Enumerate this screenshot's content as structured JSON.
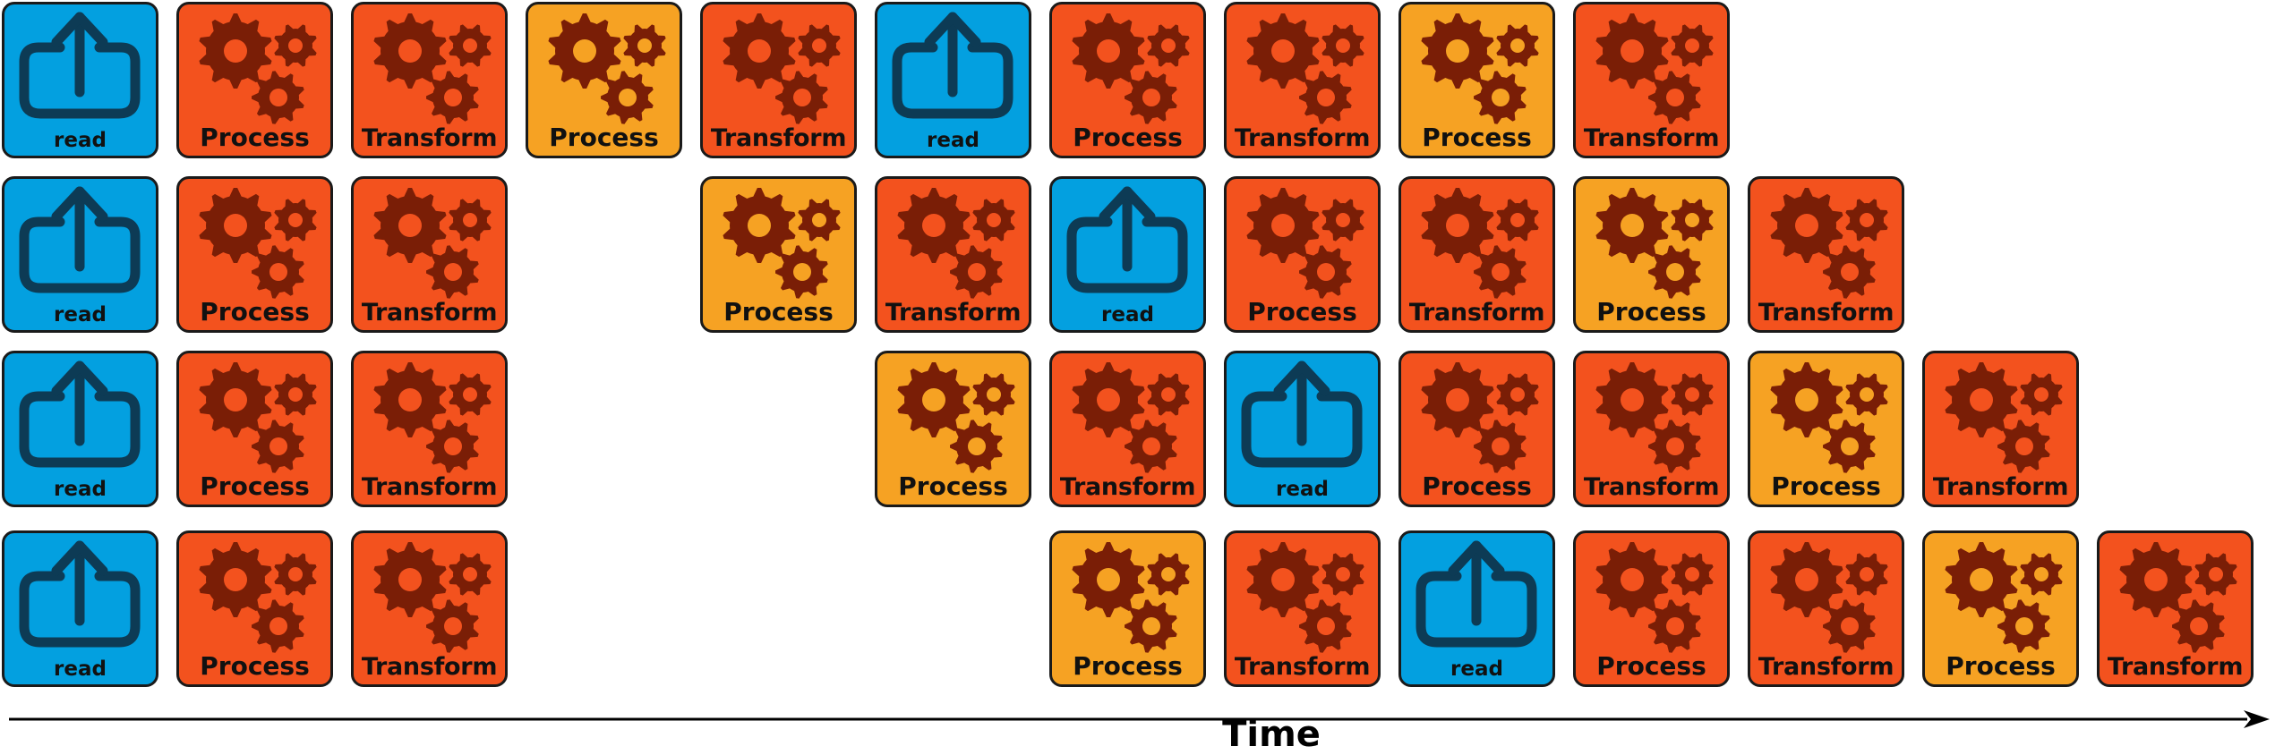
{
  "axis": {
    "label": "Time"
  },
  "colors": {
    "read": "#03a0e0",
    "process_light": "#f6a223",
    "process_dark": "#f3521e",
    "transform": "#f3521e",
    "gear_dark": "#7a1e06",
    "read_icon": "#0d3b55"
  },
  "rows": [
    {
      "tiles": [
        {
          "kind": "read",
          "label": "read",
          "icon": "upload-icon"
        },
        {
          "kind": "process-dark",
          "label": "Process",
          "icon": "gears-icon"
        },
        {
          "kind": "transform",
          "label": "Transform",
          "icon": "gears-icon"
        },
        {
          "kind": "process-light",
          "label": "Process",
          "icon": "gears-icon"
        },
        {
          "kind": "transform",
          "label": "Transform",
          "icon": "gears-icon"
        },
        {
          "kind": "read",
          "label": "read",
          "icon": "upload-icon"
        },
        {
          "kind": "process-dark",
          "label": "Process",
          "icon": "gears-icon"
        },
        {
          "kind": "transform",
          "label": "Transform",
          "icon": "gears-icon"
        },
        {
          "kind": "process-light",
          "label": "Process",
          "icon": "gears-icon"
        },
        {
          "kind": "transform",
          "label": "Transform",
          "icon": "gears-icon"
        }
      ]
    },
    {
      "tiles": [
        {
          "kind": "read",
          "label": "read",
          "icon": "upload-icon"
        },
        {
          "kind": "process-dark",
          "label": "Process",
          "icon": "gears-icon"
        },
        {
          "kind": "transform",
          "label": "Transform",
          "icon": "gears-icon"
        },
        {
          "kind": "process-light",
          "label": "Process",
          "icon": "gears-icon"
        },
        {
          "kind": "transform",
          "label": "Transform",
          "icon": "gears-icon"
        },
        {
          "kind": "read",
          "label": "read",
          "icon": "upload-icon"
        },
        {
          "kind": "process-dark",
          "label": "Process",
          "icon": "gears-icon"
        },
        {
          "kind": "transform",
          "label": "Transform",
          "icon": "gears-icon"
        },
        {
          "kind": "process-light",
          "label": "Process",
          "icon": "gears-icon"
        },
        {
          "kind": "transform",
          "label": "Transform",
          "icon": "gears-icon"
        }
      ]
    },
    {
      "tiles": [
        {
          "kind": "read",
          "label": "read",
          "icon": "upload-icon"
        },
        {
          "kind": "process-dark",
          "label": "Process",
          "icon": "gears-icon"
        },
        {
          "kind": "transform",
          "label": "Transform",
          "icon": "gears-icon"
        },
        {
          "kind": "process-light",
          "label": "Process",
          "icon": "gears-icon"
        },
        {
          "kind": "transform",
          "label": "Transform",
          "icon": "gears-icon"
        },
        {
          "kind": "read",
          "label": "read",
          "icon": "upload-icon"
        },
        {
          "kind": "process-dark",
          "label": "Process",
          "icon": "gears-icon"
        },
        {
          "kind": "transform",
          "label": "Transform",
          "icon": "gears-icon"
        },
        {
          "kind": "process-light",
          "label": "Process",
          "icon": "gears-icon"
        },
        {
          "kind": "transform",
          "label": "Transform",
          "icon": "gears-icon"
        }
      ]
    },
    {
      "tiles": [
        {
          "kind": "read",
          "label": "read",
          "icon": "upload-icon"
        },
        {
          "kind": "process-dark",
          "label": "Process",
          "icon": "gears-icon"
        },
        {
          "kind": "transform",
          "label": "Transform",
          "icon": "gears-icon"
        },
        {
          "kind": "process-light",
          "label": "Process",
          "icon": "gears-icon"
        },
        {
          "kind": "transform",
          "label": "Transform",
          "icon": "gears-icon"
        },
        {
          "kind": "read",
          "label": "read",
          "icon": "upload-icon"
        },
        {
          "kind": "process-dark",
          "label": "Process",
          "icon": "gears-icon"
        },
        {
          "kind": "transform",
          "label": "Transform",
          "icon": "gears-icon"
        },
        {
          "kind": "process-light",
          "label": "Process",
          "icon": "gears-icon"
        },
        {
          "kind": "transform",
          "label": "Transform",
          "icon": "gears-icon"
        }
      ]
    }
  ]
}
